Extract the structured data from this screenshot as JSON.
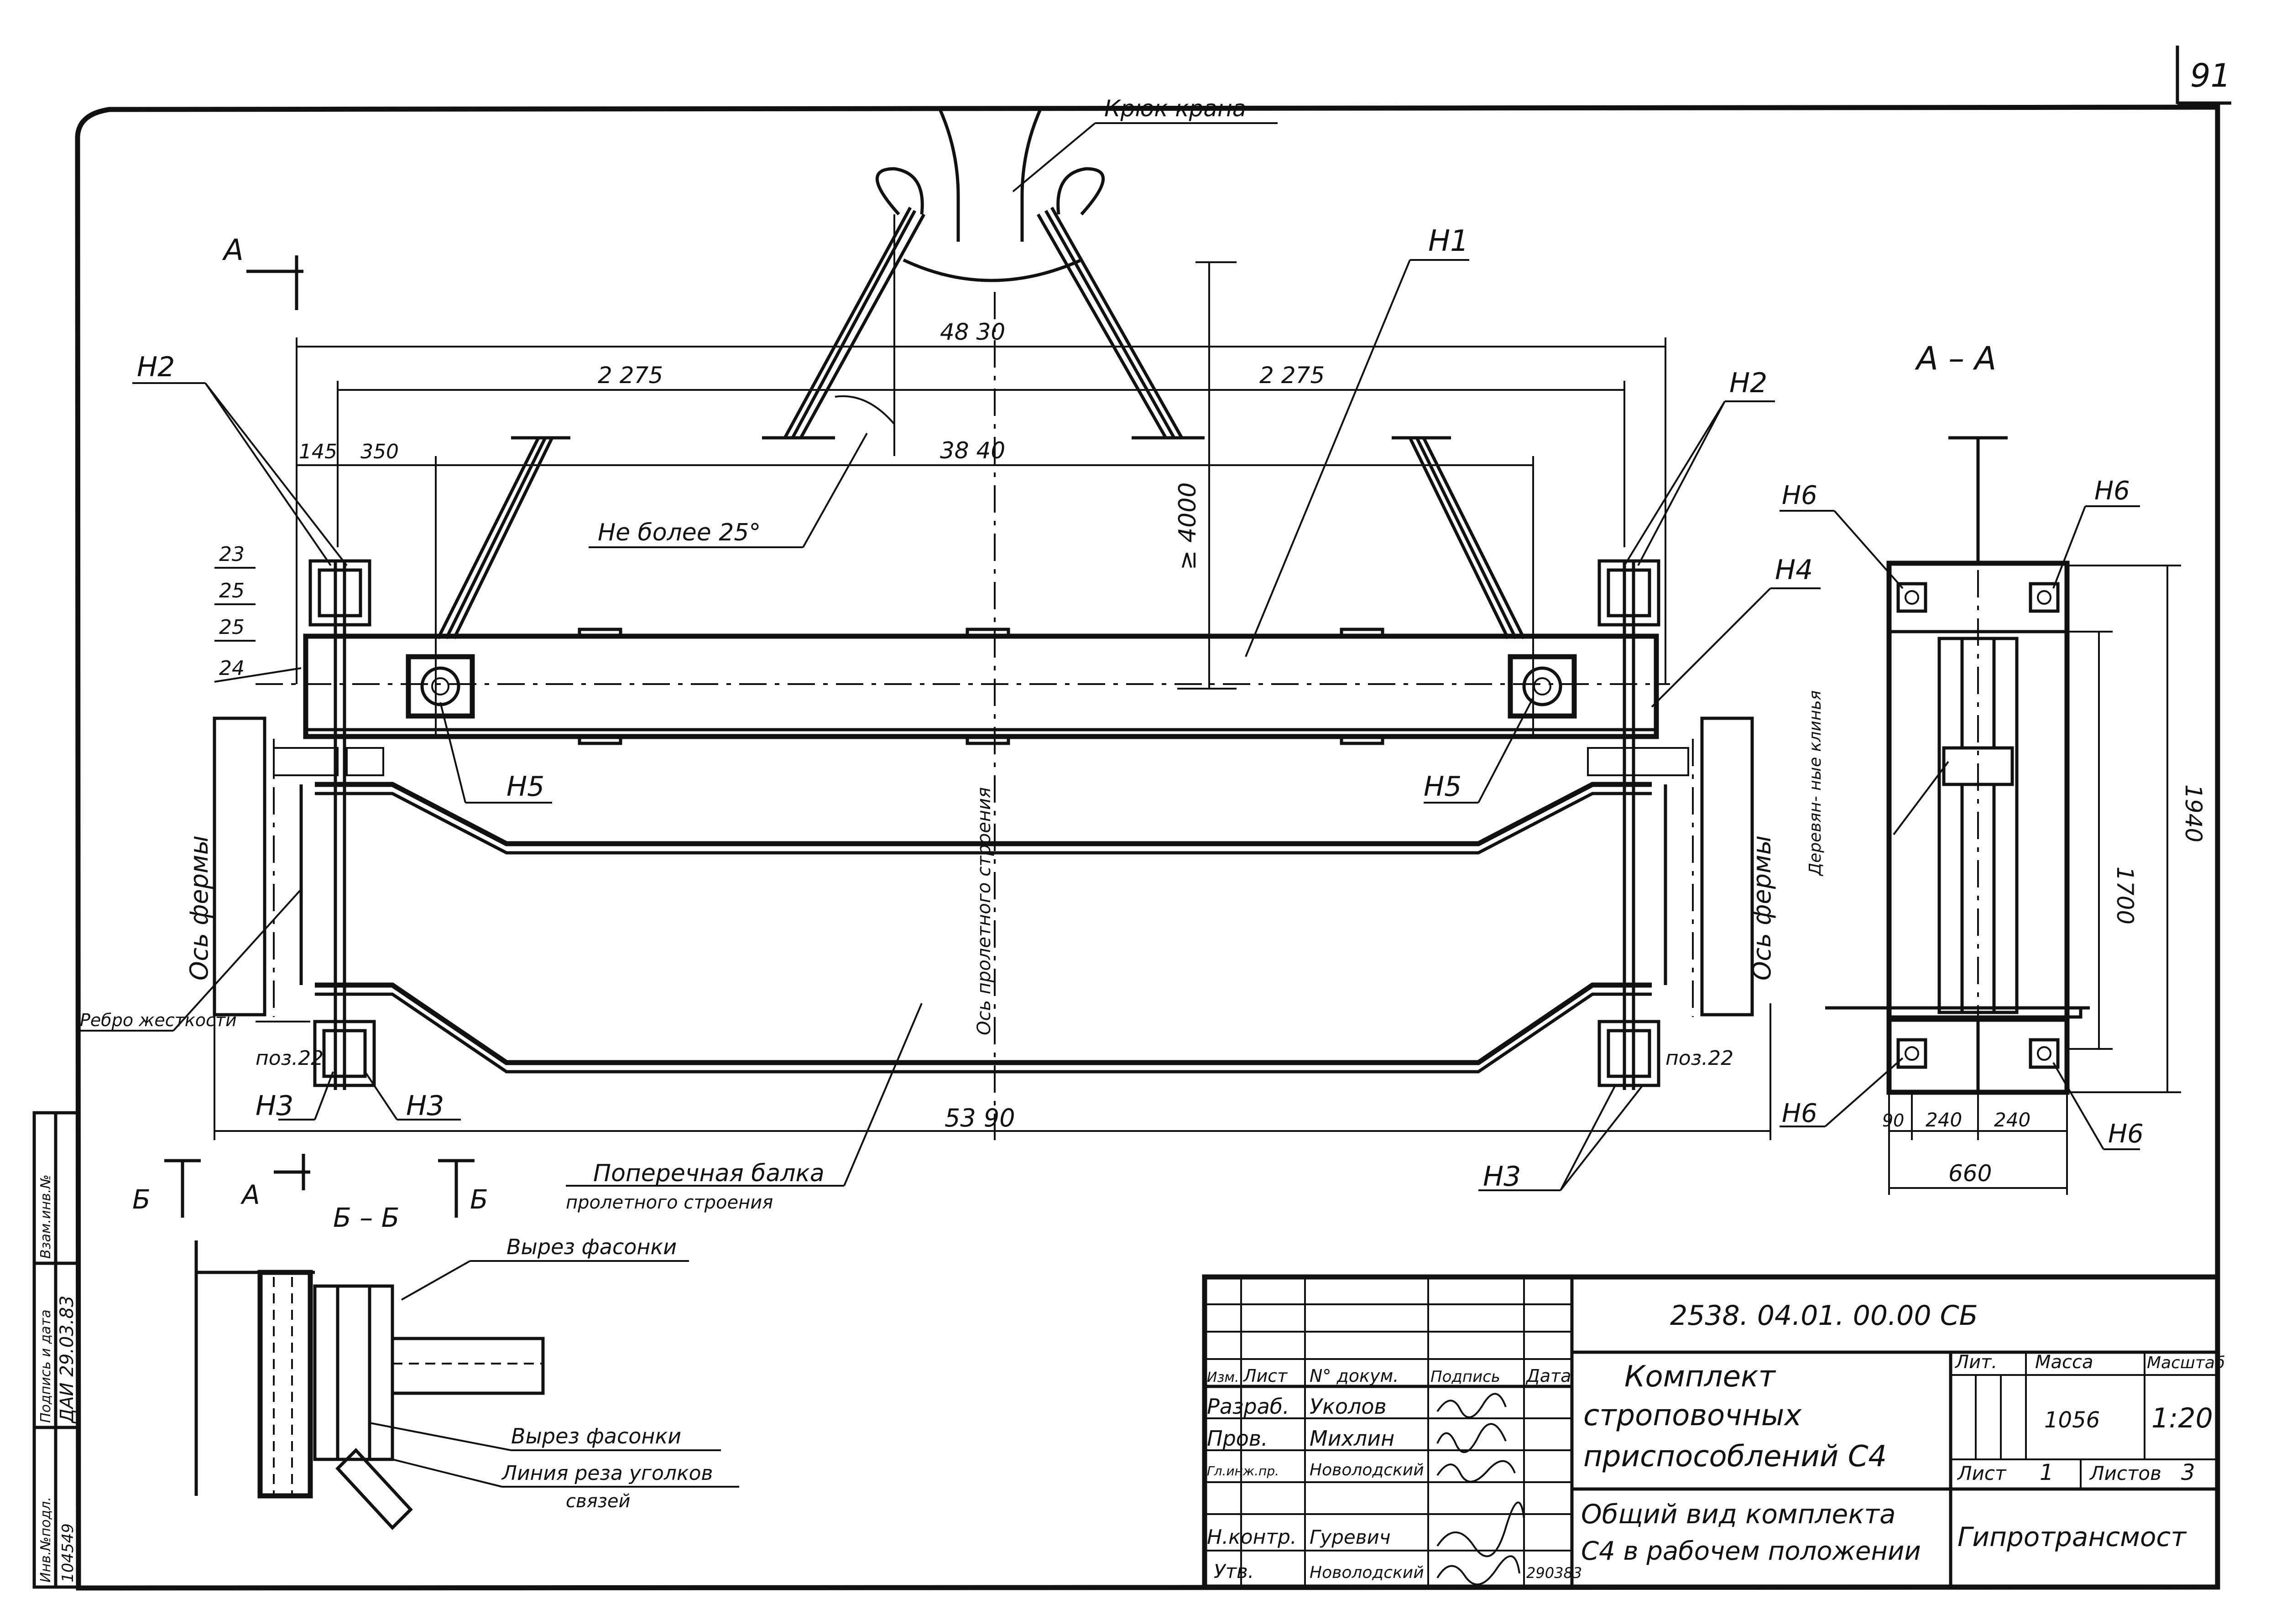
{
  "sheet": {
    "page_number": "91",
    "crane_hook_label": "Крюк крана",
    "section_a_marker": "А",
    "section_b_marker": "Б",
    "section_aa_title": "А – А",
    "section_bb_title": "Б – Б",
    "angle_note": "Не более 25°",
    "truss_axis_left": "Ось фермы",
    "truss_axis_right": "Ось фермы",
    "span_axis": "Ось пролетного строения",
    "rib_label": "Ребро жесткости",
    "wood_wedges": "Деревян- ные клинья",
    "crossbeam_label_1": "Поперечная балка",
    "crossbeam_label_2": "пролетного строения",
    "cut_gusset_1": "Вырез фасонки",
    "cut_gusset_2": "Вырез фасонки",
    "bracing_cut_1": "Линия реза уголков",
    "bracing_cut_2": "связей",
    "pos22_left": "поз.22",
    "pos22_right": "поз.22"
  },
  "positions": {
    "n1": "Н1",
    "n2_left": "Н2",
    "n2_right": "Н2",
    "n3_a": "Н3",
    "n3_b": "Н3",
    "n3_right": "Н3",
    "n4": "Н4",
    "n5_left": "Н5",
    "n5_right": "Н5",
    "n6_tl": "Н6",
    "n6_tr": "Н6",
    "n6_bl": "Н6",
    "n6_br": "Н6"
  },
  "dims": {
    "d4830": "48 30",
    "d3840": "38 40",
    "d2275_l": "2 275",
    "d2275_r": "2 275",
    "d145": "145",
    "d350": "350",
    "d4000": "≥ 4000",
    "d5390": "53 90",
    "s23": "23",
    "s25a": "25",
    "s25b": "25",
    "s24": "24",
    "d1700": "1700",
    "d1940": "1940",
    "d90": "90",
    "d240a": "240",
    "d240b": "240",
    "d660": "660"
  },
  "left_stamp": {
    "col1": "Инв.№подл.",
    "col1_val": "104549",
    "col2": "Подпись и дата",
    "col2_val": "ДАИ 29.03.83",
    "col3": "Взам.инв.№"
  },
  "title_block": {
    "doc_number": "2538. 04.01. 00.00 СБ",
    "title_line1": "Комплект",
    "title_line2": "строповочных",
    "title_line3": "приспособлений  С4",
    "subtitle_line1": "Общий  вид комплекта",
    "subtitle_line2": "С4  в рабочем положении",
    "organization": "Гипротрансмост",
    "head_izm": "Изм.",
    "head_list": "Лист",
    "head_doc": "N° докум.",
    "head_sign": "Подпись",
    "head_date": "Дата",
    "role1": "Разраб.",
    "name1": "Уколов",
    "role2": "Пров.",
    "name2": "Михлин",
    "role3": "Гл.инж.пр.",
    "name3": "Новолодский",
    "role4": "Н.контр.",
    "name4": "Гуревич",
    "role5": "Утв.",
    "name5": "Новолодский",
    "date_signed": "290383",
    "lit_label": "Лит.",
    "mass_label": "Масса",
    "scale_label": "Масштаб",
    "mass_value": "1056",
    "scale_value": "1:20",
    "sheet_label": "Лист",
    "sheet_value": "1",
    "sheets_label": "Листов",
    "sheets_value": "3"
  }
}
